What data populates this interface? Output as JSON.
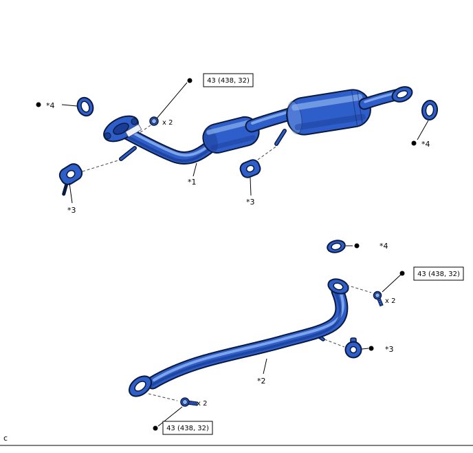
{
  "diagram": {
    "footer_letter": "c",
    "labels": {
      "part1": "*1",
      "part2": "*2",
      "part3": "*3",
      "part4": "*4",
      "torque": "43 (438, 32)",
      "multiplier": "x 2"
    },
    "colors": {
      "part_fill": "#2e5ec9",
      "part_outline": "#0a1a3f",
      "part_highlight": "#8db2ee",
      "part_shadow": "#1b3c94"
    }
  }
}
